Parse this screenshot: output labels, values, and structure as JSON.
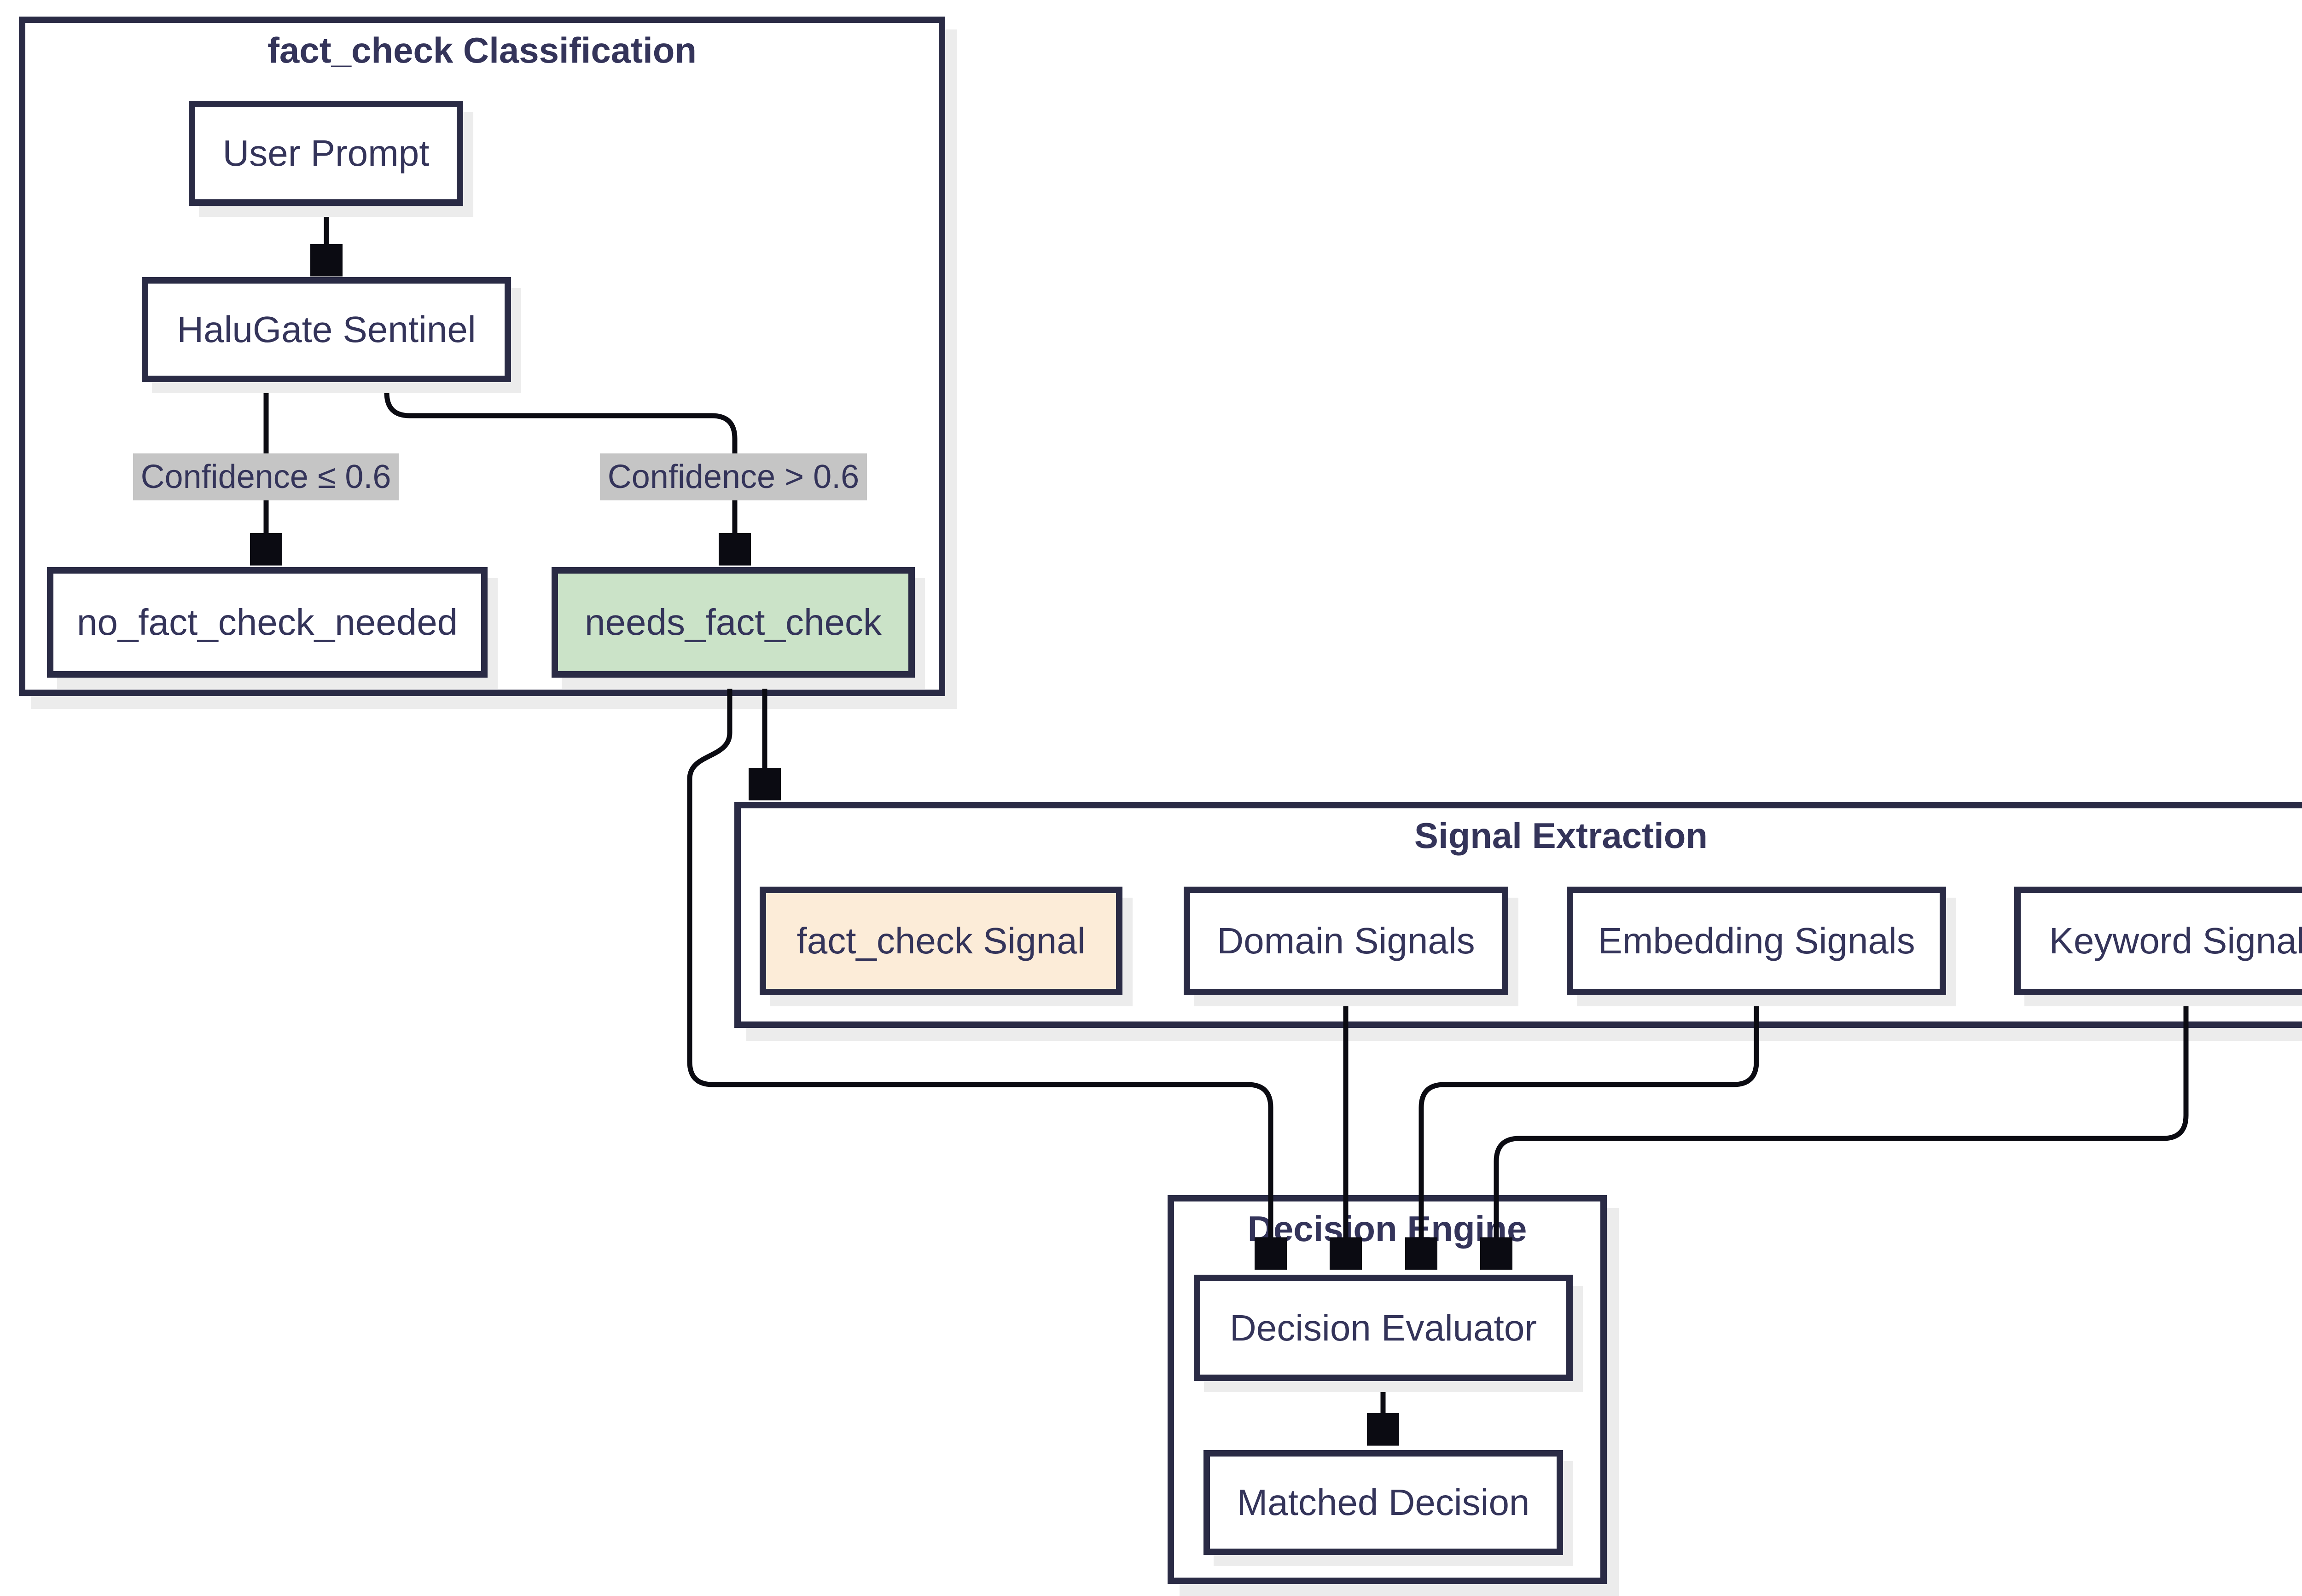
{
  "diagram": {
    "type": "flowchart",
    "subgraphs": {
      "classification": {
        "title": "fact_check Classification"
      },
      "signal_extraction": {
        "title": "Signal Extraction"
      },
      "decision_engine": {
        "title": "Decision Engine"
      }
    },
    "nodes": {
      "user_prompt": {
        "label": "User Prompt"
      },
      "halugate_sentinel": {
        "label": "HaluGate Sentinel"
      },
      "no_fact_check_needed": {
        "label": "no_fact_check_needed"
      },
      "needs_fact_check": {
        "label": "needs_fact_check",
        "highlight": "green"
      },
      "fact_check_signal": {
        "label": "fact_check Signal",
        "highlight": "peach"
      },
      "domain_signals": {
        "label": "Domain Signals"
      },
      "embedding_signals": {
        "label": "Embedding Signals"
      },
      "keyword_signals": {
        "label": "Keyword Signals"
      },
      "decision_evaluator": {
        "label": "Decision Evaluator"
      },
      "matched_decision": {
        "label": "Matched Decision"
      }
    },
    "edge_labels": {
      "low_confidence": "Confidence ≤ 0.6",
      "high_confidence": "Confidence > 0.6"
    },
    "edges": [
      {
        "from": "User Prompt",
        "to": "HaluGate Sentinel",
        "label": ""
      },
      {
        "from": "HaluGate Sentinel",
        "to": "no_fact_check_needed",
        "label": "Confidence ≤ 0.6"
      },
      {
        "from": "HaluGate Sentinel",
        "to": "needs_fact_check",
        "label": "Confidence > 0.6"
      },
      {
        "from": "needs_fact_check",
        "to": "Signal Extraction",
        "label": ""
      },
      {
        "from": "needs_fact_check",
        "to": "Decision Evaluator",
        "label": ""
      },
      {
        "from": "Domain Signals",
        "to": "Decision Evaluator",
        "label": ""
      },
      {
        "from": "Embedding Signals",
        "to": "Decision Evaluator",
        "label": ""
      },
      {
        "from": "Keyword Signals",
        "to": "Decision Evaluator",
        "label": ""
      },
      {
        "from": "Decision Evaluator",
        "to": "Matched Decision",
        "label": ""
      }
    ]
  },
  "colors": {
    "border": "#2a2b45",
    "edge": "#0b0b12",
    "text": "#34345a",
    "node-fill": "#ffffff",
    "green-fill": "#cbe3c8",
    "peach-fill": "#fcecd8",
    "label-bg": "#c5c5c5",
    "shadow": "#ececec",
    "canvas": "#ffffff"
  }
}
